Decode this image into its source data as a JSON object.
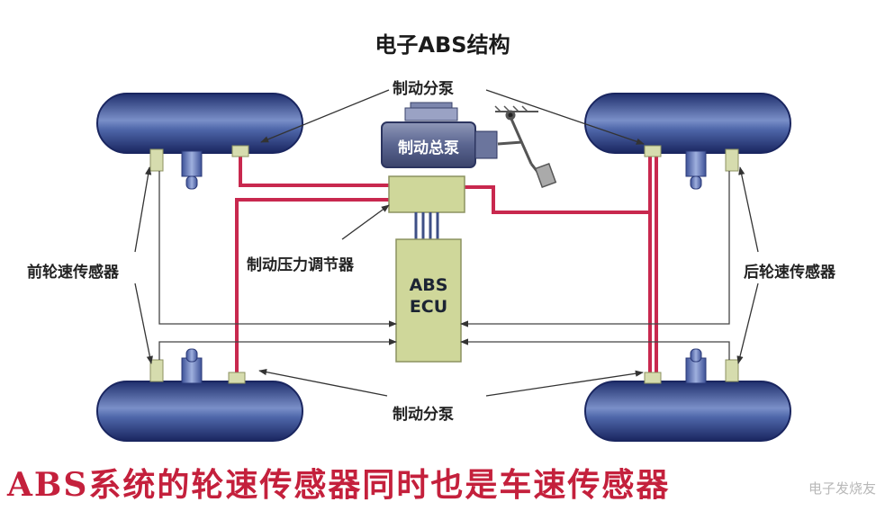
{
  "title": "电子ABS结构",
  "labels": {
    "brake_cylinder_top": "制动分泵",
    "brake_cylinder_bottom": "制动分泵",
    "master_cylinder": "制动总泵",
    "pressure_regulator": "制动压力调节器",
    "abs_ecu_line1": "ABS",
    "abs_ecu_line2": "ECU",
    "front_sensor": "前轮速传感器",
    "rear_sensor": "后轮速传感器"
  },
  "caption": "ABS系统的轮速传感器同时也是车速传感器",
  "watermark": "电子发烧友",
  "colors": {
    "brake_line": "#c8284e",
    "ecu_box": "#cfd79a",
    "wheel": "#2c3f85",
    "caption": "#c4203c"
  }
}
